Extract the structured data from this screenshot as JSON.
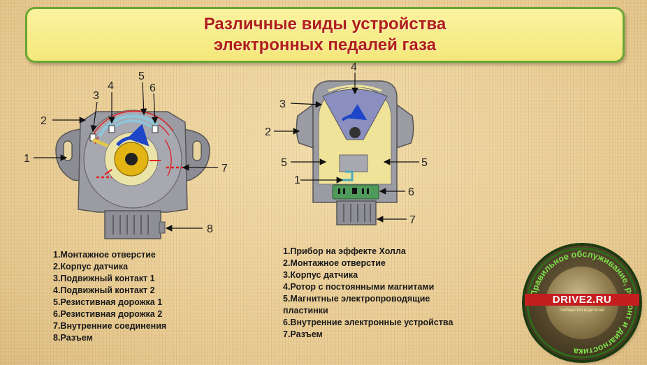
{
  "title": {
    "line1": "Различные виды устройства",
    "line2": "электронных педалей газа"
  },
  "left_diagram": {
    "callouts": [
      "1",
      "2",
      "3",
      "4",
      "5",
      "6",
      "7",
      "8"
    ]
  },
  "right_diagram": {
    "callouts": [
      "1",
      "2",
      "3",
      "4",
      "5",
      "5",
      "6",
      "7"
    ]
  },
  "legend_left": [
    "1.Монтажное отверстие",
    "2.Корпус датчика",
    "3.Подвижный контакт 1",
    "4.Подвижный контакт 2",
    "5.Резистивная дорожка 1",
    "6.Резистивная дорожка 2",
    "7.Внутренние  соединения",
    "8.Разъем"
  ],
  "legend_right": [
    "1.Прибор на эффекте Холла",
    "2.Монтажное отверстие",
    "3.Корпус датчика",
    "4.Ротор с постоянными магнитами",
    "5.Магнитные электропроводящие",
    "пластинки",
    "6.Внутренние  электронные устройства",
    "7.Разъем"
  ],
  "logo": {
    "name": "DRIVE2.RU",
    "subtitle": "сообщество водителей",
    "ring_text": "Правильное обслуживание, ремонт и диагностика"
  },
  "colors": {
    "title_text": "#b01e1e",
    "title_border": "#6aa632",
    "title_fill": "#f7ec8a",
    "housing": "#9a9aa2",
    "rotor_blue": "#8a8fc0",
    "yellow_plate": "#efe39a",
    "green_board": "#4f9a5a",
    "arrow_blue": "#1f46c8",
    "track_red": "#e02020"
  }
}
